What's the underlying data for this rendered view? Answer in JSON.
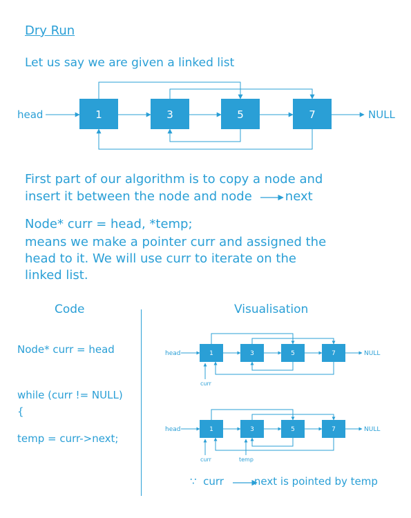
{
  "title": "Dry Run",
  "intro": "Let us say we are given a linked list",
  "diagram": {
    "head_label": "head",
    "null_label": "NULL",
    "nodes": [
      "1",
      "3",
      "5",
      "7"
    ]
  },
  "paragraph1": {
    "line1": "First part of our algorithm is to copy a node and",
    "line2_before": "insert it between the node and node",
    "line2_after": "next"
  },
  "paragraph2": {
    "line1": "Node* curr = head,  *temp;",
    "line2": "means we make a pointer curr and assigned the",
    "line3": "head to it.  We will use curr to iterate on the",
    "line4": "linked list."
  },
  "code": {
    "heading": "Code",
    "lines": [
      "Node* curr = head",
      "while (curr != NULL)",
      "{",
      "temp = curr->next;"
    ]
  },
  "visualisation": {
    "heading": "Visualisation",
    "head_label": "head",
    "null_label": "NULL",
    "nodes": [
      "1",
      "3",
      "5",
      "7"
    ],
    "curr_label": "curr",
    "temp_label": "temp"
  },
  "note": {
    "symbol": "∵",
    "before": "curr",
    "after": "next is pointed by temp"
  },
  "colors": {
    "accent": "#2a9fd6"
  }
}
